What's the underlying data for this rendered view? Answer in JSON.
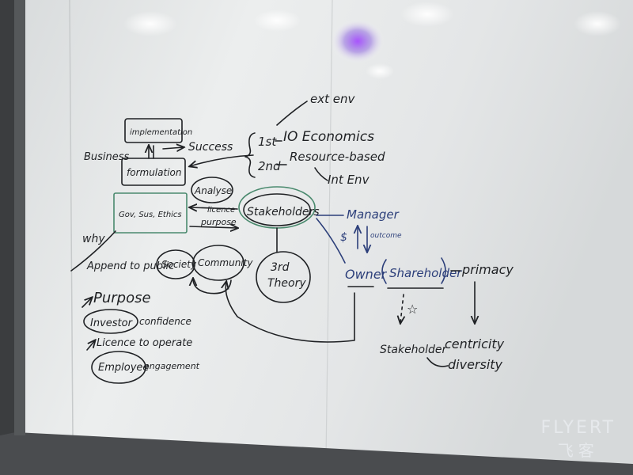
{
  "watermark": {
    "brand": "FLYERT",
    "brand_cn": "飞客"
  },
  "board": {
    "top_center": {
      "ext_env": "ext env",
      "first": "1st",
      "io": "IO Economics",
      "second": "2nd",
      "resource": "Resource-based",
      "int_env": "Int Env"
    },
    "left": {
      "implementation": "implementation",
      "business": "Business",
      "success": "Success",
      "formulation": "formulation",
      "analyse": "Analyse",
      "gov": "Gov, Sus, Ethics",
      "licence": "licence",
      "purpose_arrow": "purpose",
      "stakeholders": "Stakeholders",
      "why": "why",
      "appeal": "Append to public",
      "society": "Society",
      "community": "Community",
      "third_theory_1": "3rd",
      "third_theory_2": "Theory",
      "purpose": "Purpose",
      "investor": "Investor",
      "confidence": "confidence",
      "licence_operate": "Licence to operate",
      "employee": "Employee",
      "engagement": "engagement"
    },
    "right": {
      "manager": "Manager",
      "dollar": "$",
      "outcome": "outcome",
      "owner": "Owner",
      "shareholder": "Shareholder",
      "primacy": "primacy",
      "star": "☆",
      "stakeholder": "Stakeholder",
      "centricity": "centricity",
      "diversity": "diversity"
    }
  }
}
